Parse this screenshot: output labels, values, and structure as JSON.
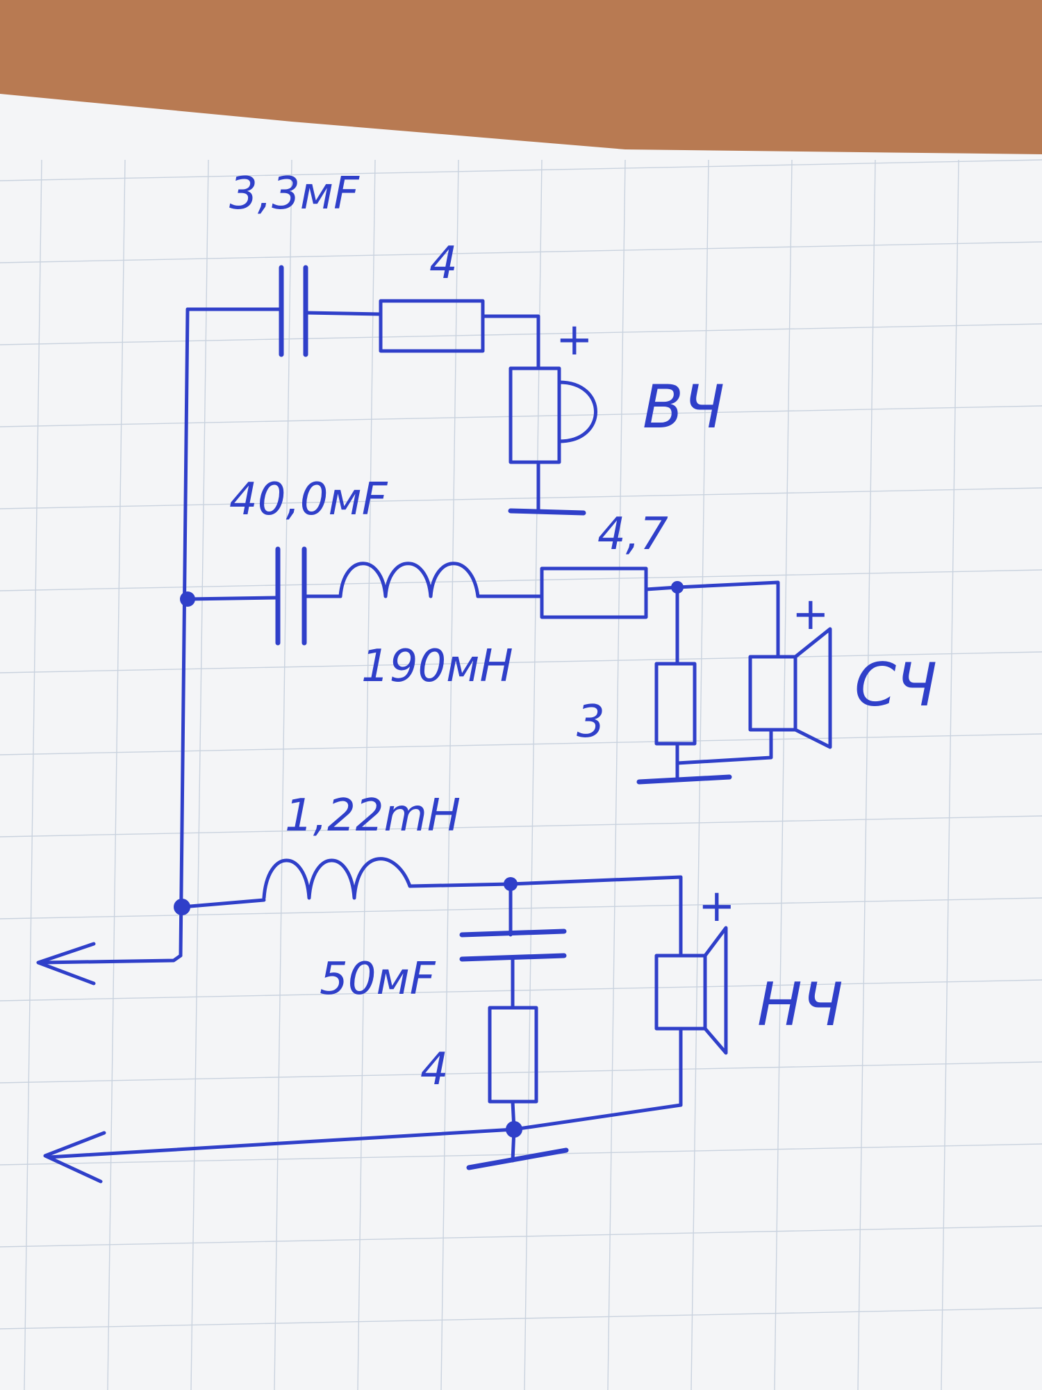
{
  "diagram": {
    "title": "Speaker crossover schematic (hand-drawn)",
    "colors": {
      "ink": "#2f3fc9",
      "paper": "#f4f5f7",
      "desk": "#b87a52"
    },
    "tweeter_branch": {
      "capacitor_label": "3,3мF",
      "resistor_label": "4",
      "plus_label": "+",
      "speaker_label": "ВЧ"
    },
    "mid_branch": {
      "capacitor_label": "40,0мF",
      "inductor_label": "190мH",
      "series_resistor_label": "4,7",
      "shunt_resistor_label": "3",
      "plus_label": "+",
      "speaker_label": "СЧ"
    },
    "bass_branch": {
      "inductor_label": "1,22mH",
      "capacitor_label": "50мF",
      "resistor_label": "4",
      "plus_label": "+",
      "speaker_label": "НЧ"
    }
  }
}
